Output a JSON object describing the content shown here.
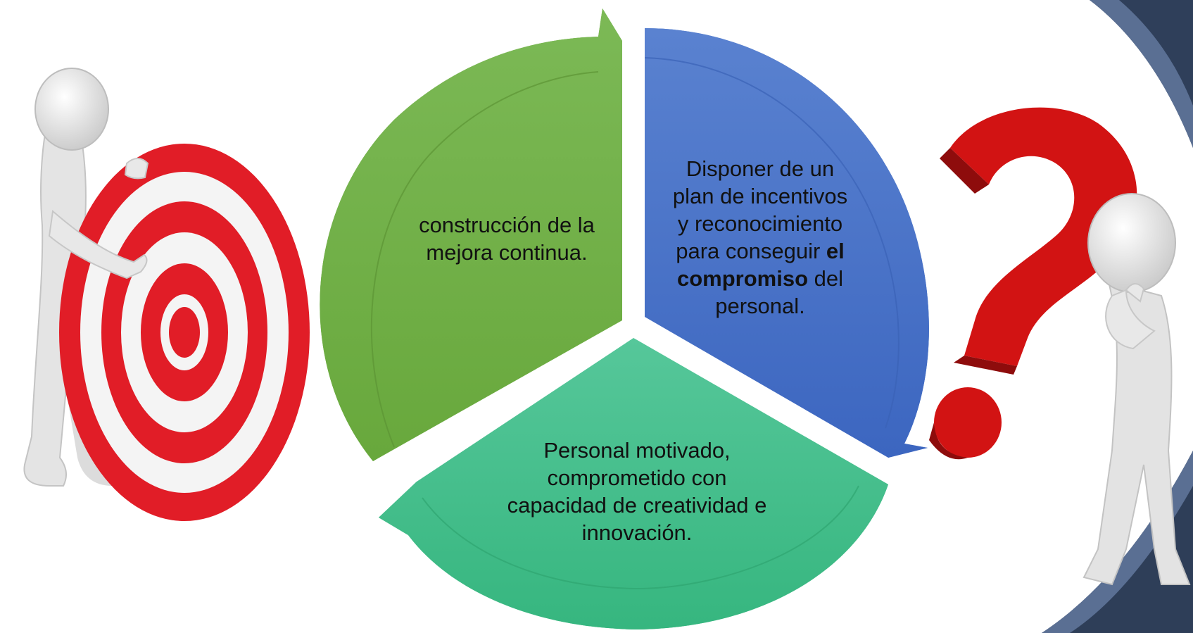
{
  "colors": {
    "green": "#70ad47",
    "blue": "#4472c4",
    "teal": "#3fbf8a",
    "target_red": "#e0202a",
    "question_red": "#c81010",
    "corner_dark": "#2e3e58",
    "corner_steel": "#5a6f93"
  },
  "segments": {
    "green": {
      "lines": [
        "construcción de la",
        "mejora continua."
      ]
    },
    "blue": {
      "line1": "Disponer de un",
      "line2": "plan de incentivos",
      "line3": "y reconocimiento",
      "line4_text": "para conseguir",
      "line4_bold": "el",
      "line5_bold": "compromiso",
      "line5_text": "del",
      "line6": "personal."
    },
    "teal": {
      "lines": [
        "Personal motivado,",
        "comprometido con",
        "capacidad de creatividad e",
        "innovación."
      ]
    }
  },
  "icons": {
    "left": "figure-with-target-icon",
    "right": "figure-with-question-mark-icon"
  }
}
